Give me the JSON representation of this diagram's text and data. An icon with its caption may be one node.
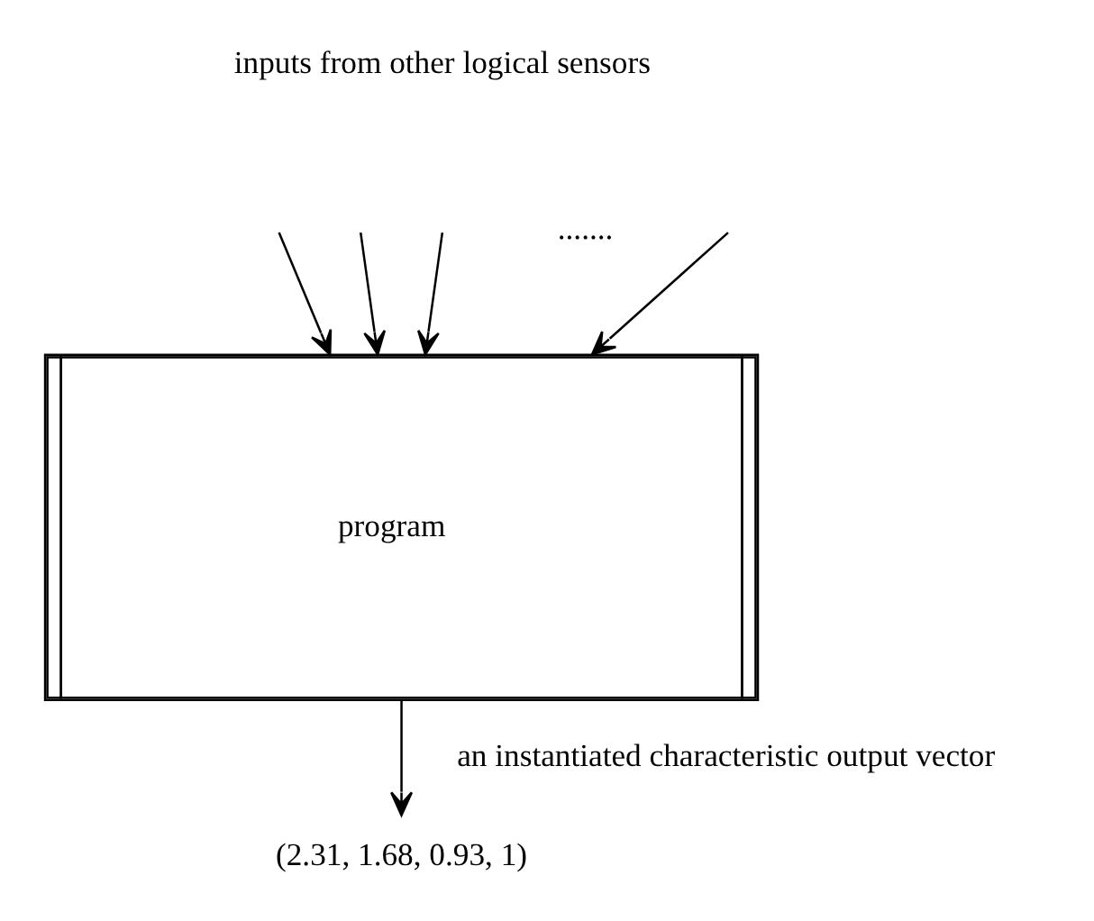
{
  "diagram": {
    "nodes": [
      {
        "text": [
          "program"
        ]
      },
      {
        "text": [
          "(2.31, 1.68, 0.93, 1)"
        ]
      }
    ],
    "edges": [
      {
        "from": null,
        "to": 0,
        "arrow": "to"
      },
      {
        "from": null,
        "to": 0,
        "arrow": "to"
      },
      {
        "from": null,
        "to": 0,
        "arrow": "to"
      },
      {
        "from": null,
        "to": 0,
        "arrow": "to"
      },
      {
        "from": 0,
        "to": 1,
        "arrow": "to",
        "label": "an instantiated characteristic output vector"
      }
    ],
    "labels": [
      "inputs from other logical sensors",
      "......."
    ]
  }
}
